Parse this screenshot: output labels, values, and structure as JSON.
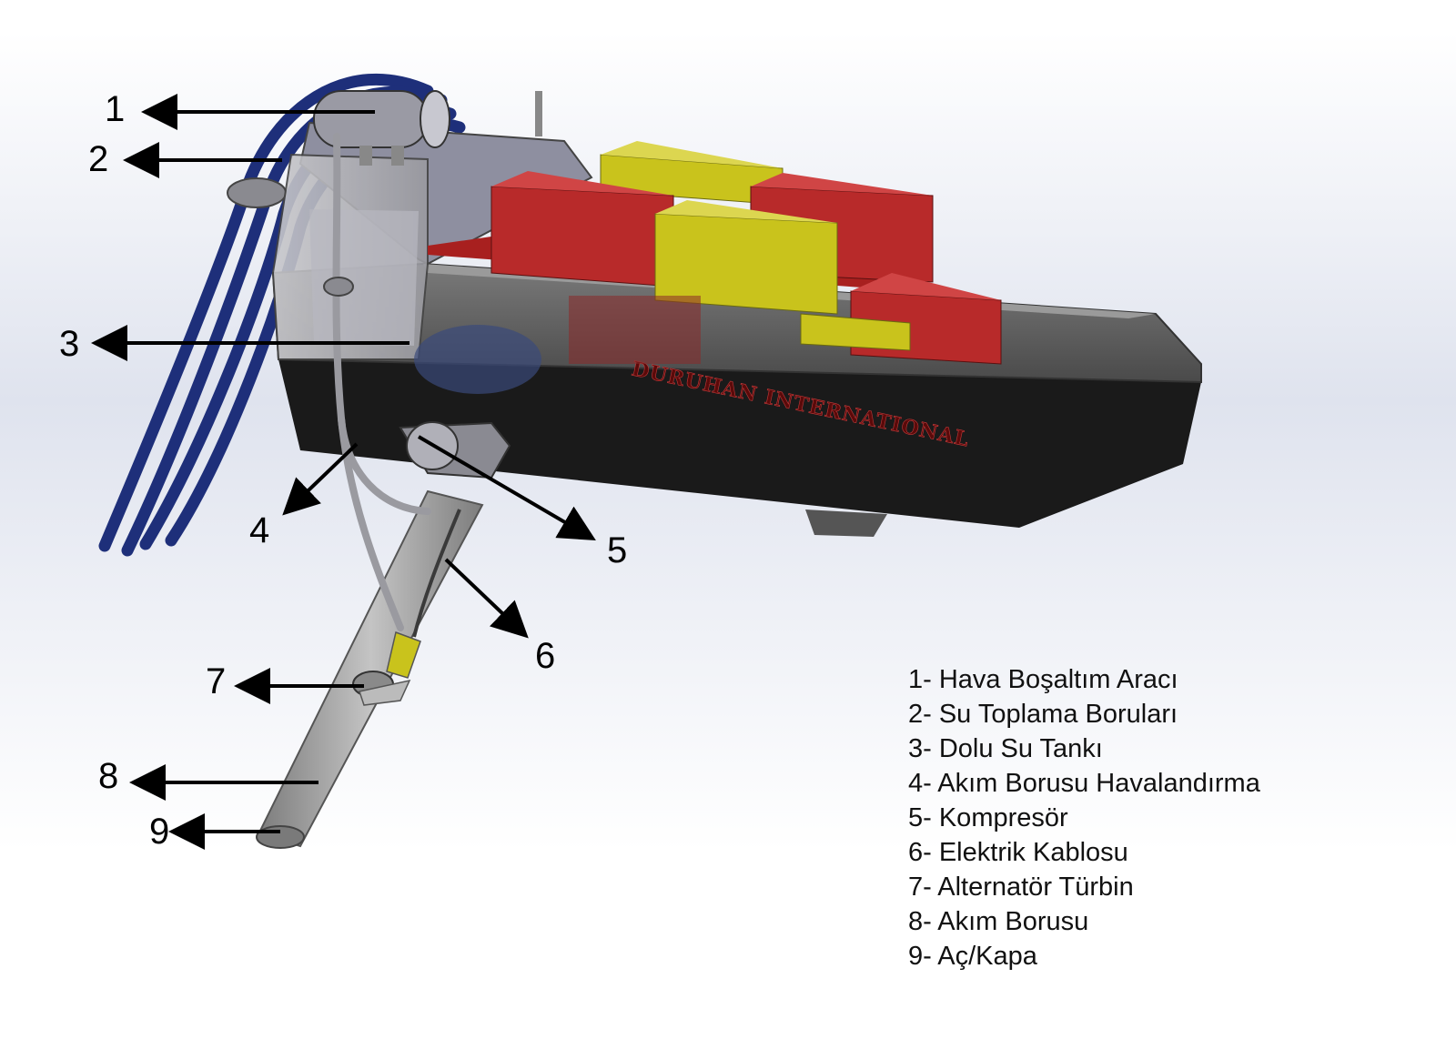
{
  "hull_brand": "DURUHAN INTERNATIONAL",
  "colors": {
    "background_top": "#ffffff",
    "background_mid": "#dfe2ec",
    "hull_dark": "#1a1a1a",
    "hull_grey": "#6b6b6b",
    "container_red": "#b82a2a",
    "container_yellow": "#c9c31c",
    "hose_blue": "#1e2f7a",
    "tube_grey": "#9a9a9a"
  },
  "callouts": [
    {
      "number": "1"
    },
    {
      "number": "2"
    },
    {
      "number": "3"
    },
    {
      "number": "4"
    },
    {
      "number": "5"
    },
    {
      "number": "6"
    },
    {
      "number": "7"
    },
    {
      "number": "8"
    },
    {
      "number": "9"
    }
  ],
  "legend": [
    "1- Hava Boşaltım Aracı",
    "2- Su Toplama Boruları",
    "3- Dolu Su Tankı",
    "4- Akım Borusu Havalandırma",
    "5- Kompresör",
    "6- Elektrik Kablosu",
    "7- Alternatör Türbin",
    "8- Akım Borusu",
    "9- Aç/Kapa"
  ]
}
